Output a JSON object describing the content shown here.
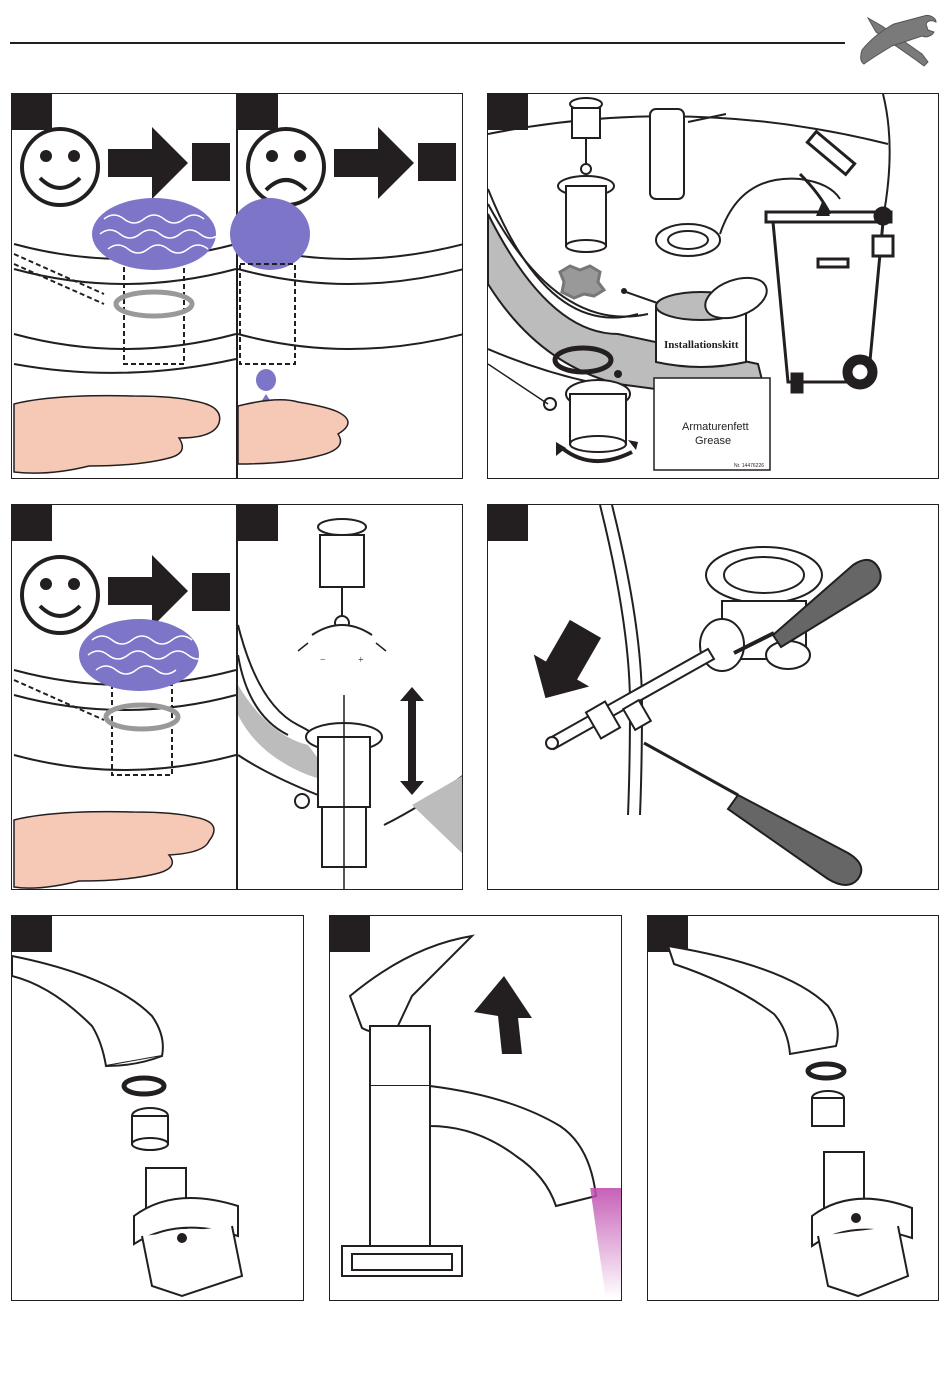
{
  "header": {
    "tools_icon": "wrench-and-screwdriver-icon"
  },
  "panel_labels": {
    "putty_can": "Installationskitt",
    "grease_box_line1": "Armaturenfett",
    "grease_box_line2": "Grease",
    "grease_box_number": "Nr. 14476226",
    "valve_minus": "−",
    "valve_plus": "+"
  },
  "colors": {
    "water": "#7d75c8",
    "water_line": "#ffffff",
    "skin": "#f6c9b6",
    "ink": "#231f20",
    "gray_fill": "#bcbcbc",
    "aerator_light": "#c050b0"
  }
}
